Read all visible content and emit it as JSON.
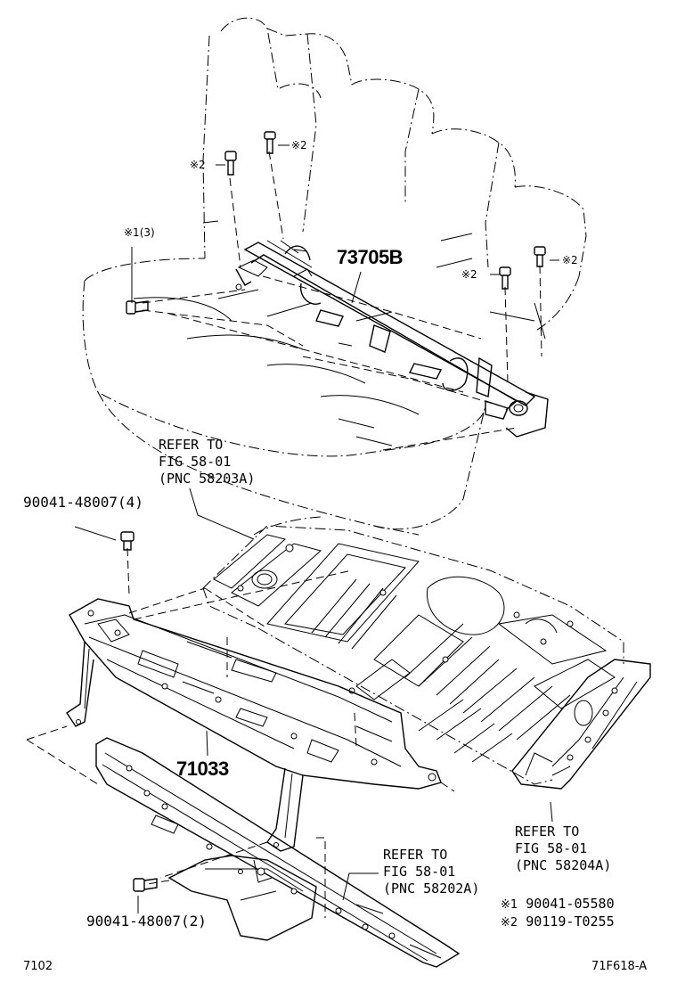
{
  "labels": {
    "part_73705b": "73705B",
    "part_71033": "71033",
    "bolt_top_left": "90041-48007(4)",
    "bolt_bottom_left": "90041-48007(2)",
    "mark1_qty": "※1(3)",
    "mark2_a": "※2",
    "mark2_b": "※2",
    "mark2_c": "※2",
    "mark2_d": "※2",
    "refer_top": [
      "REFER TO",
      "FIG 58-01",
      "(PNC 58203A)"
    ],
    "refer_right": [
      "REFER TO",
      "FIG 58-01",
      "(PNC 58204A)"
    ],
    "refer_bottom": [
      "REFER TO",
      "FIG 58-01",
      "(PNC 58202A)"
    ]
  },
  "legend": [
    {
      "mark": "※1",
      "part": "90041-05580"
    },
    {
      "mark": "※2",
      "part": "90119-T0255"
    }
  ],
  "footer": {
    "left": "7102",
    "right": "71F618-A"
  }
}
